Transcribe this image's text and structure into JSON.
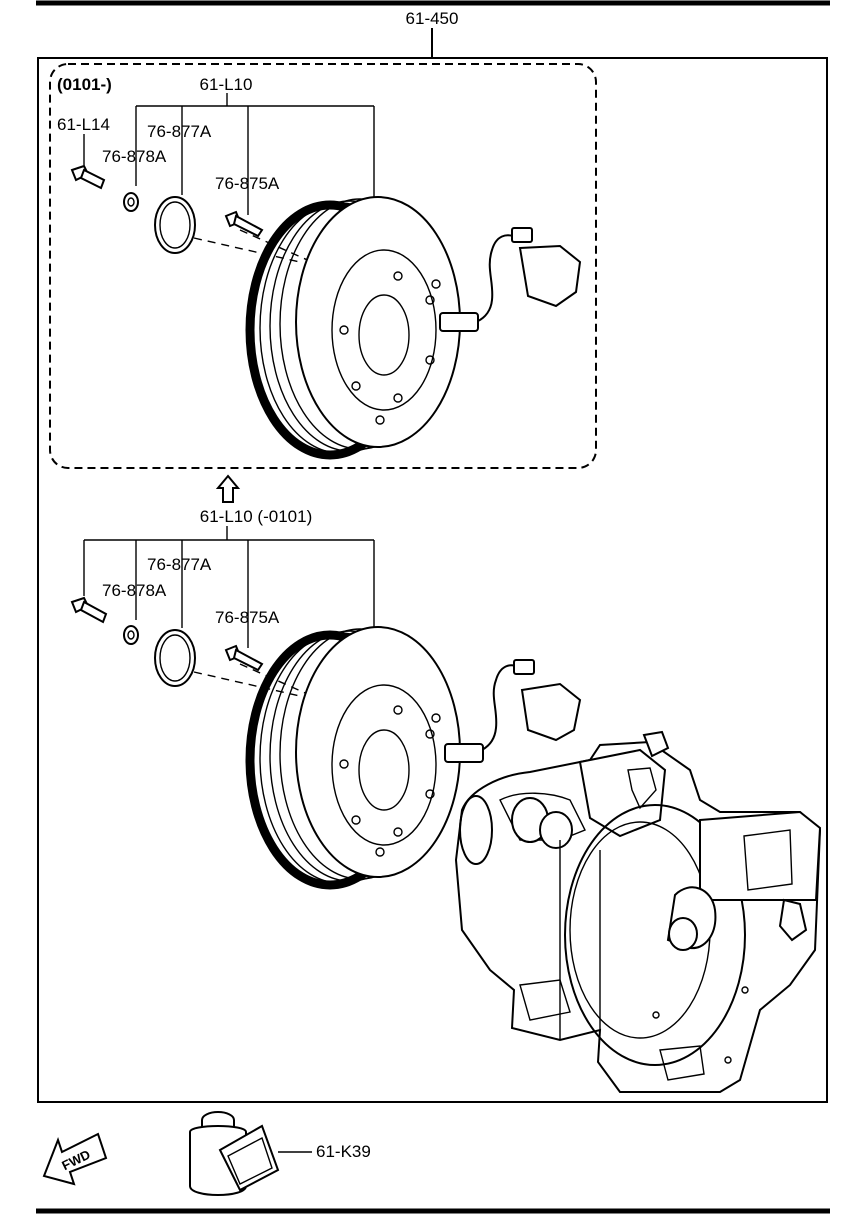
{
  "assembly": {
    "part_number": "61-450"
  },
  "upper_group": {
    "note": "(0101-)",
    "parts": {
      "clutch": "61-L10",
      "bolt": "61-L14",
      "snap_ring": "76-877A",
      "washer": "76-878A",
      "screw": "76-875A"
    }
  },
  "lower_group": {
    "clutch": "61-L10 (-0101)",
    "parts": {
      "snap_ring": "76-877A",
      "washer": "76-878A",
      "screw": "76-875A"
    }
  },
  "relay": {
    "part_number": "61-K39"
  },
  "fwd_arrow": {
    "label": "FWD"
  }
}
